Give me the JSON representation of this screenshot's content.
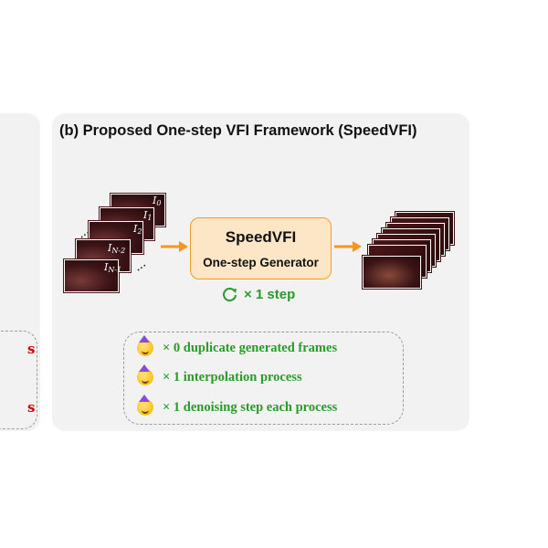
{
  "left_panel": {
    "red_text_1": "s",
    "red_text_2": "s"
  },
  "panel": {
    "title": "(b) Proposed One-step VFI Framework (SpeedVFI)"
  },
  "input_frames": {
    "labels": [
      {
        "base": "I",
        "sub": "0"
      },
      {
        "base": "I",
        "sub": "1"
      },
      {
        "base": "I",
        "sub": "2"
      },
      {
        "base": "I",
        "sub": "N-2"
      },
      {
        "base": "I",
        "sub": "N-1"
      }
    ],
    "ellipsis": "..."
  },
  "generator": {
    "title": "SpeedVFI",
    "subtitle": "One-step Generator"
  },
  "steps": {
    "label": "× 1 step"
  },
  "notes": [
    {
      "text": "× 0 duplicate generated frames"
    },
    {
      "text": "× 1 interpolation process"
    },
    {
      "text": "× 1 denoising step each process"
    }
  ],
  "colors": {
    "arrow": "#f7941d",
    "green_text": "#2a9a2a",
    "red_text": "#d40000",
    "box_fill": "#fde6c6",
    "box_border": "#f0a020",
    "panel_bg": "#f2f2f2"
  },
  "icons": {
    "note_emoji": "partying-face-icon",
    "refresh": "refresh-icon",
    "arrow": "arrow-right-icon"
  }
}
